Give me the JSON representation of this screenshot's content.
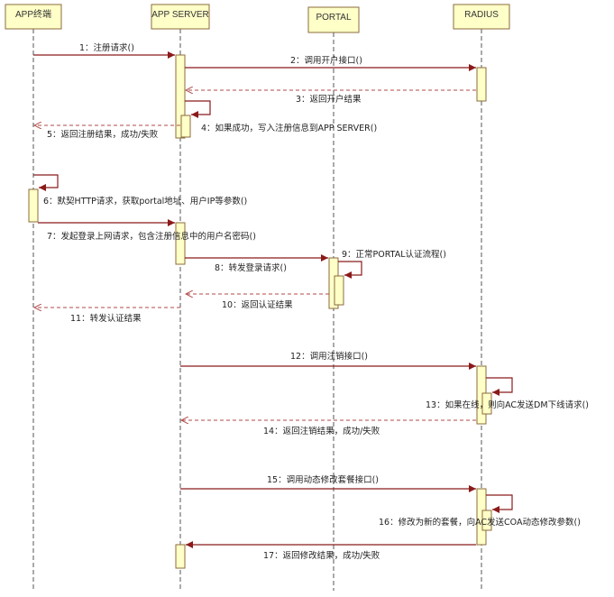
{
  "participants": [
    {
      "id": "app",
      "label": "APP终端"
    },
    {
      "id": "server",
      "label": "APP SERVER"
    },
    {
      "id": "portal",
      "label": "PORTAL"
    },
    {
      "id": "radius",
      "label": "RADIUS"
    }
  ],
  "messages": [
    {
      "n": 1,
      "label": "1：注册请求()",
      "from": "app",
      "to": "server",
      "kind": "sync"
    },
    {
      "n": 2,
      "label": "2：调用开户接口()",
      "from": "server",
      "to": "radius",
      "kind": "sync"
    },
    {
      "n": 3,
      "label": "3：返回开户结果",
      "from": "radius",
      "to": "server",
      "kind": "return"
    },
    {
      "n": 4,
      "label": "4：如果成功，写入注册信息到APP SERVER()",
      "from": "server",
      "to": "server",
      "kind": "self"
    },
    {
      "n": 5,
      "label": "5：返回注册结果，成功/失败",
      "from": "server",
      "to": "app",
      "kind": "return"
    },
    {
      "n": 6,
      "label": "6：默契HTTP请求，获取portal地址、用户IP等参数()",
      "from": "app",
      "to": "app",
      "kind": "self"
    },
    {
      "n": 7,
      "label": "7：发起登录上网请求，包含注册信息中的用户名密码()",
      "from": "app",
      "to": "server",
      "kind": "sync"
    },
    {
      "n": 8,
      "label": "8：转发登录请求()",
      "from": "server",
      "to": "portal",
      "kind": "sync"
    },
    {
      "n": 9,
      "label": "9：正常PORTAL认证流程()",
      "from": "portal",
      "to": "portal",
      "kind": "self"
    },
    {
      "n": 10,
      "label": "10：返回认证结果",
      "from": "portal",
      "to": "server",
      "kind": "return"
    },
    {
      "n": 11,
      "label": "11：转发认证结果",
      "from": "server",
      "to": "app",
      "kind": "return"
    },
    {
      "n": 12,
      "label": "12：调用注销接口()",
      "from": "server",
      "to": "radius",
      "kind": "sync"
    },
    {
      "n": 13,
      "label": "13：如果在线，则向AC发送DM下线请求()",
      "from": "radius",
      "to": "radius",
      "kind": "self"
    },
    {
      "n": 14,
      "label": "14：返回注销结果，成功/失败",
      "from": "radius",
      "to": "server",
      "kind": "return"
    },
    {
      "n": 15,
      "label": "15：调用动态修改套餐接口()",
      "from": "server",
      "to": "radius",
      "kind": "sync"
    },
    {
      "n": 16,
      "label": "16：修改为新的套餐，向AC发送COA动态修改参数()",
      "from": "radius",
      "to": "radius",
      "kind": "self"
    },
    {
      "n": 17,
      "label": "17：返回修改结果，成功/失败",
      "from": "radius",
      "to": "server",
      "kind": "sync"
    }
  ],
  "colors": {
    "box_fill": "#ffffc8",
    "box_stroke": "#8b6b3c",
    "arrow": "#8b1a1a",
    "return_arrow": "#b04a4a"
  }
}
